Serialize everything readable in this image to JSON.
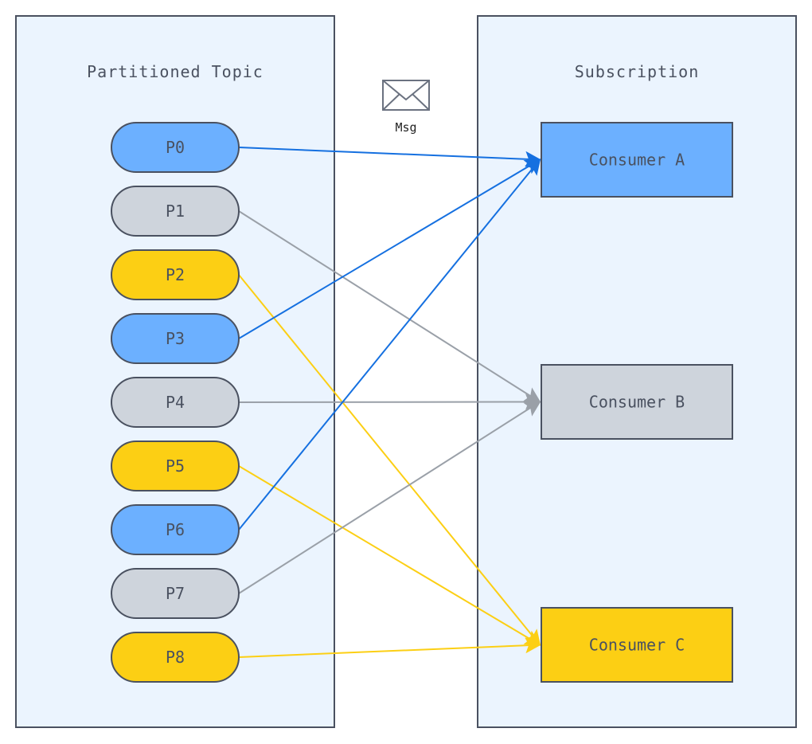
{
  "topic": {
    "title": "Partitioned Topic",
    "partitions": [
      {
        "label": "P0",
        "consumer": "A"
      },
      {
        "label": "P1",
        "consumer": "B"
      },
      {
        "label": "P2",
        "consumer": "C"
      },
      {
        "label": "P3",
        "consumer": "A"
      },
      {
        "label": "P4",
        "consumer": "B"
      },
      {
        "label": "P5",
        "consumer": "C"
      },
      {
        "label": "P6",
        "consumer": "A"
      },
      {
        "label": "P7",
        "consumer": "B"
      },
      {
        "label": "P8",
        "consumer": "C"
      }
    ]
  },
  "subscription": {
    "title": "Subscription",
    "consumers": [
      {
        "id": "A",
        "label": "Consumer A"
      },
      {
        "id": "B",
        "label": "Consumer B"
      },
      {
        "id": "C",
        "label": "Consumer C"
      }
    ]
  },
  "message": {
    "label": "Msg",
    "icon": "envelope-icon"
  },
  "colors": {
    "A": "#6cb0ff",
    "B": "#ced4dc",
    "C": "#fccf14",
    "lineA": "#1570e0",
    "lineB": "#9aa0a8",
    "lineC": "#fccf14",
    "container_fill": "#ebf4fe",
    "stroke": "#4a5160"
  }
}
